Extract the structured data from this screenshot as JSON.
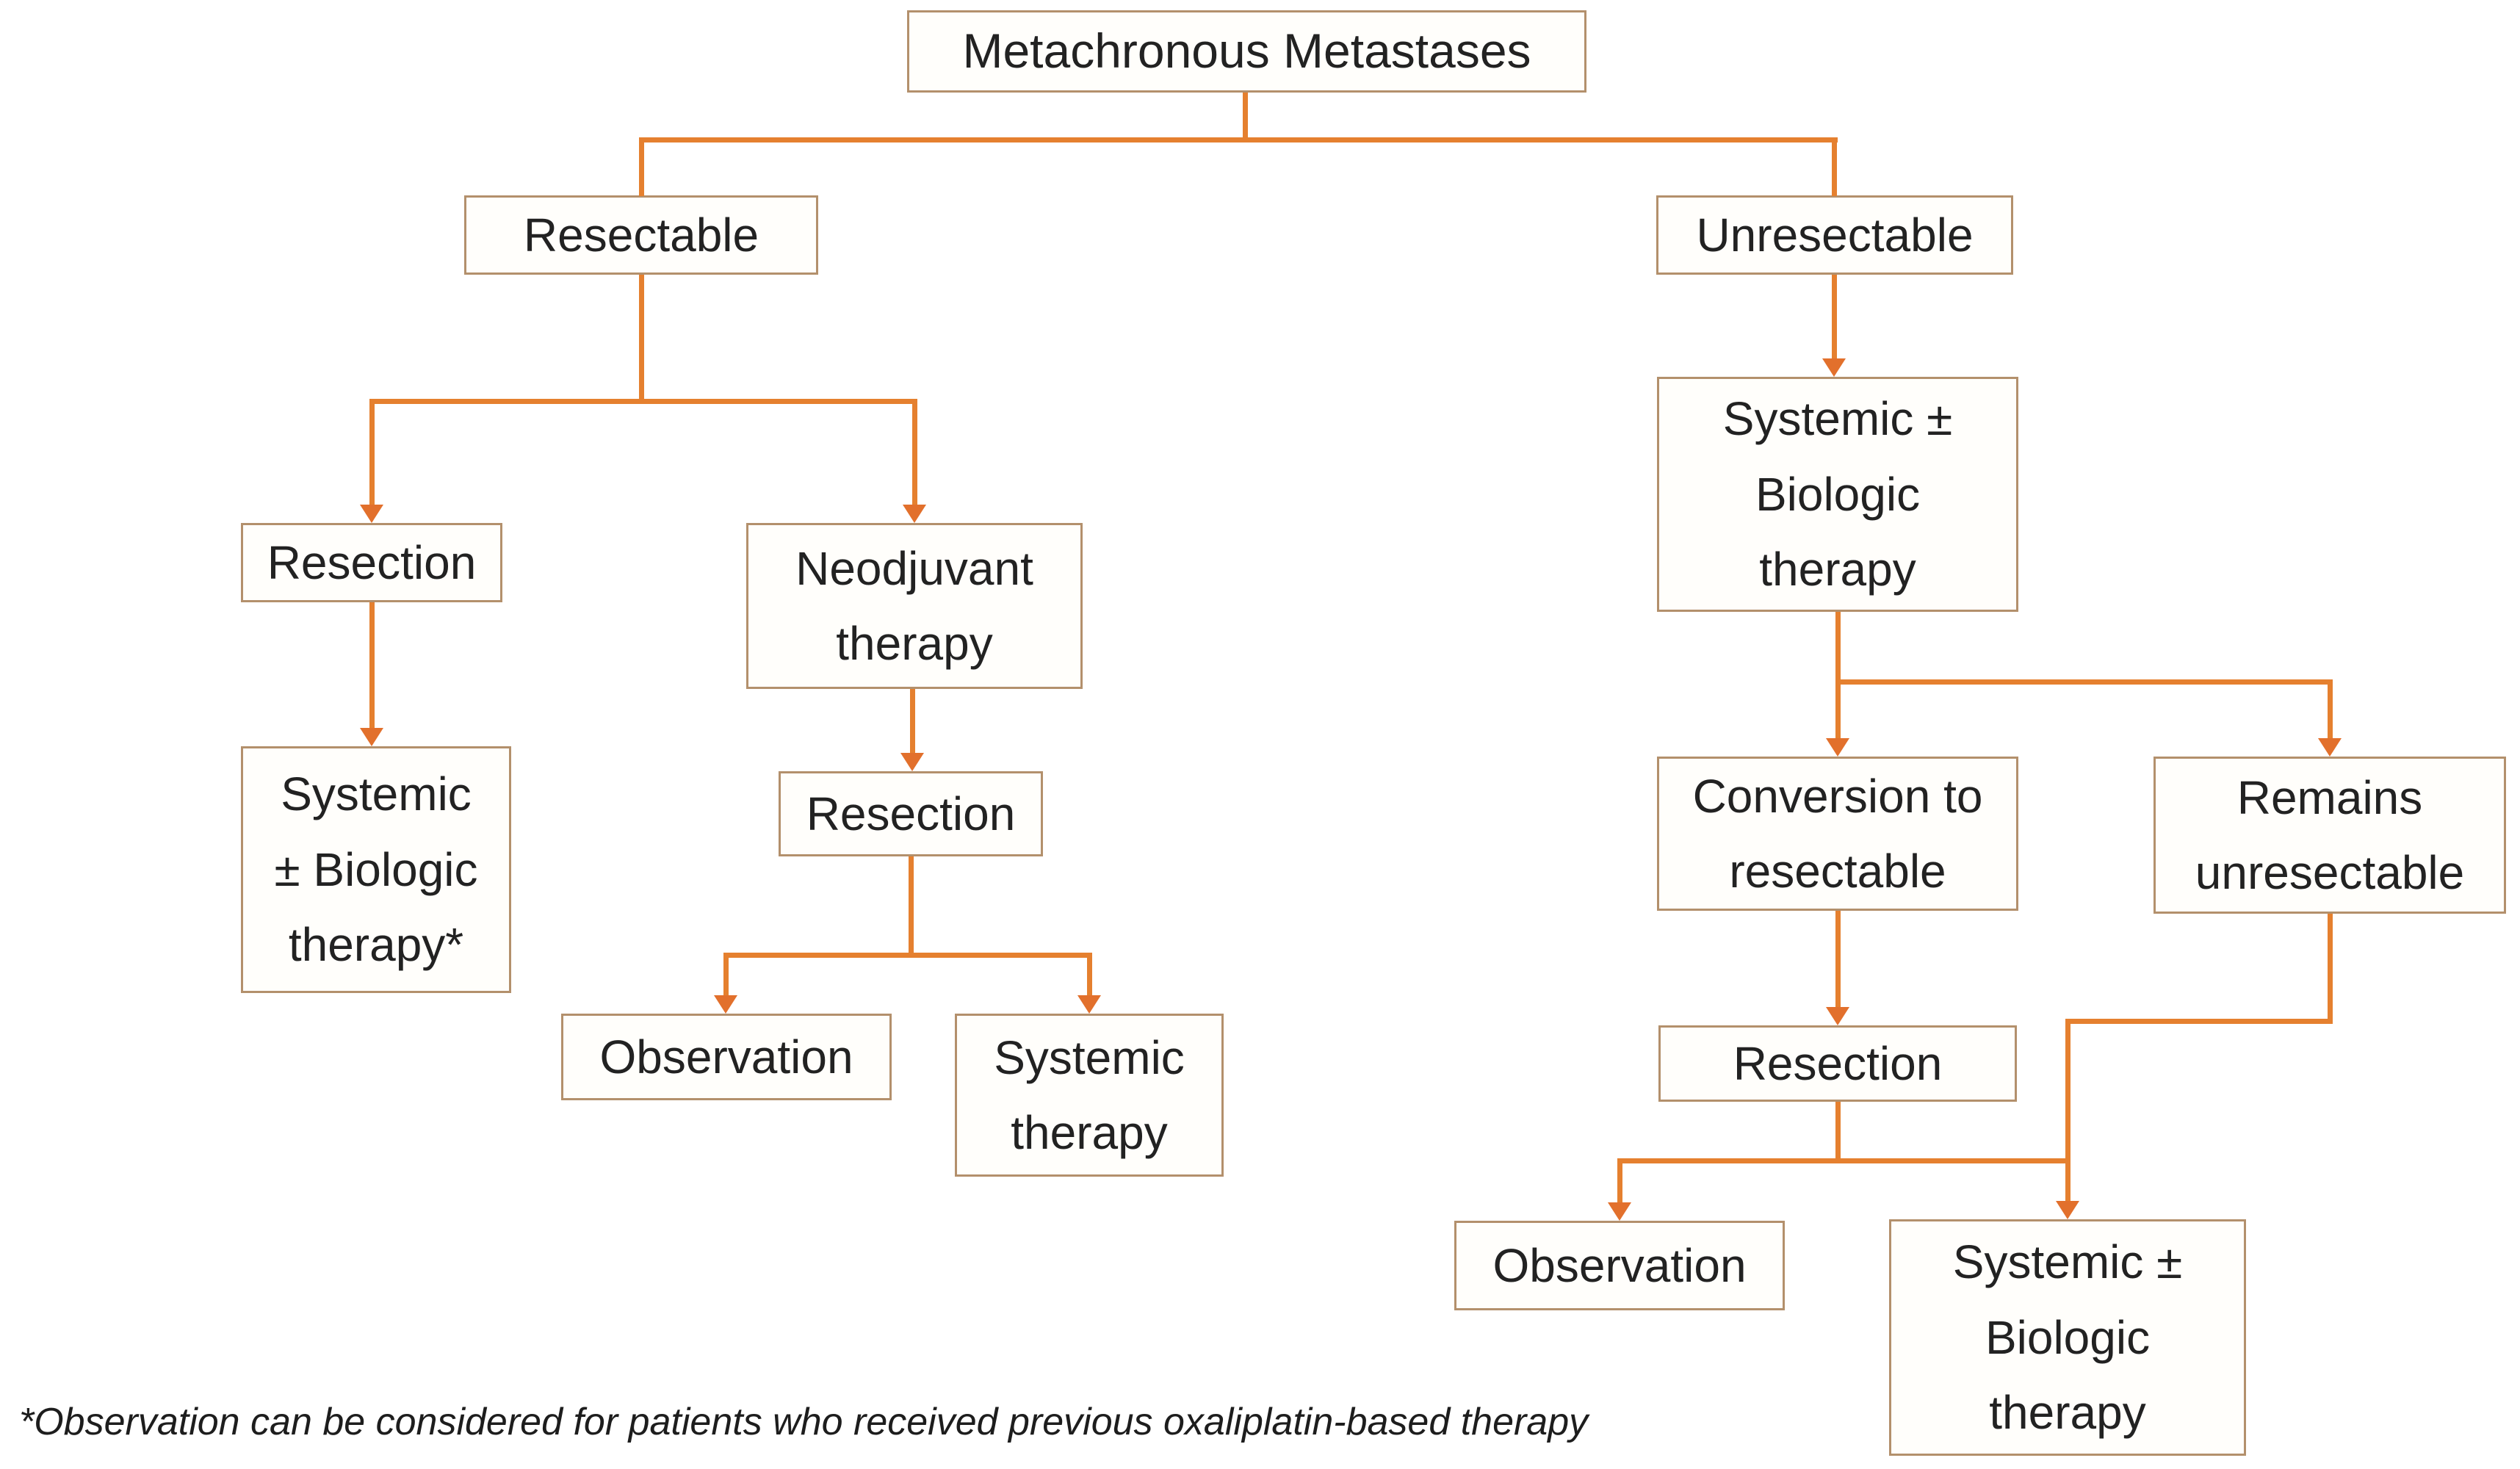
{
  "diagram": {
    "nodes": {
      "root": {
        "label": "Metachronous Metastases"
      },
      "resectable": {
        "label": "Resectable"
      },
      "unresectable": {
        "label": "Unresectable"
      },
      "resection_left": {
        "label": "Resection"
      },
      "neoadjuvant_therapy": {
        "label": "Neodjuvant\ntherapy"
      },
      "systemic_biologic_therapy_star": {
        "label": "Systemic\n± Biologic\ntherapy*"
      },
      "resection_mid": {
        "label": "Resection"
      },
      "observation_left": {
        "label": "Observation"
      },
      "systemic_therapy": {
        "label": "Systemic\ntherapy"
      },
      "systemic_biologic_therapy_right": {
        "label": "Systemic ±\nBiologic\ntherapy"
      },
      "conversion_to_resectable": {
        "label": "Conversion to\nresectable"
      },
      "remains_unresectable": {
        "label": "Remains\nunresectable"
      },
      "resection_right": {
        "label": "Resection"
      },
      "observation_right": {
        "label": "Observation"
      },
      "systemic_biologic_therapy_bottom": {
        "label": "Systemic ±\nBiologic\ntherapy"
      }
    },
    "edges": [
      {
        "from": "root",
        "to": "resectable"
      },
      {
        "from": "root",
        "to": "unresectable"
      },
      {
        "from": "resectable",
        "to": "resection_left"
      },
      {
        "from": "resectable",
        "to": "neoadjuvant_therapy"
      },
      {
        "from": "resection_left",
        "to": "systemic_biologic_therapy_star"
      },
      {
        "from": "neoadjuvant_therapy",
        "to": "resection_mid"
      },
      {
        "from": "resection_mid",
        "to": "observation_left"
      },
      {
        "from": "resection_mid",
        "to": "systemic_therapy"
      },
      {
        "from": "unresectable",
        "to": "systemic_biologic_therapy_right"
      },
      {
        "from": "systemic_biologic_therapy_right",
        "to": "conversion_to_resectable"
      },
      {
        "from": "systemic_biologic_therapy_right",
        "to": "remains_unresectable"
      },
      {
        "from": "conversion_to_resectable",
        "to": "resection_right"
      },
      {
        "from": "resection_right",
        "to": "observation_right"
      },
      {
        "from": "resection_right",
        "to": "systemic_biologic_therapy_bottom"
      },
      {
        "from": "remains_unresectable",
        "to": "systemic_biologic_therapy_bottom"
      }
    ],
    "footnote": "*Observation can be considered for patients who received previous oxaliplatin-based therapy",
    "colors": {
      "connector_line": "#e5802f",
      "arrowhead": "#e2702c",
      "box_border": "#b3906c",
      "box_fill": "#fffefb",
      "text_color": "#222222"
    }
  }
}
